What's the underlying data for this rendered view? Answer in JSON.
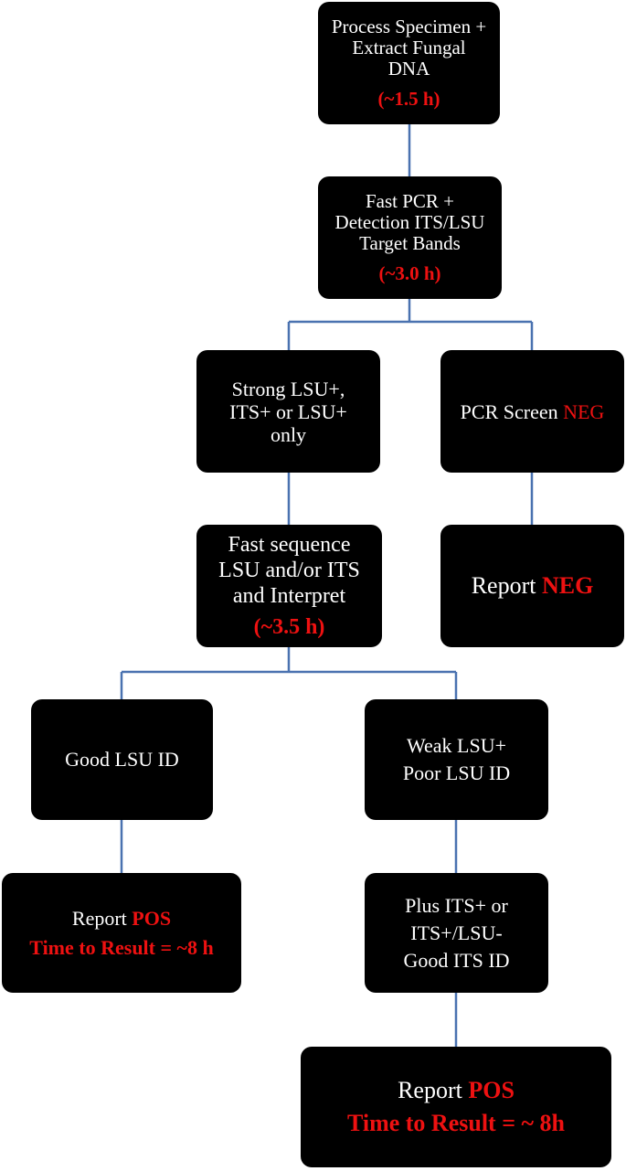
{
  "flowchart": {
    "process": {
      "line1": "Process Specimen +",
      "line2": "Extract Fungal",
      "line3": "DNA",
      "time": "(~1.5 h)"
    },
    "pcr": {
      "line1": "Fast PCR  +",
      "line2": "Detection ITS/LSU",
      "line3": "Target Bands",
      "time": "(~3.0 h)"
    },
    "strong": {
      "line1": "Strong LSU+,",
      "line2": "ITS+ or  LSU+",
      "line3": "only"
    },
    "screen_neg": {
      "text": "PCR Screen ",
      "highlight": "NEG"
    },
    "sequence": {
      "line1": "Fast sequence",
      "line2": "LSU and/or ITS",
      "line3": "and Interpret",
      "time": "(~3.5 h)"
    },
    "report_neg": {
      "text": "Report ",
      "highlight": "NEG"
    },
    "good_lsu": {
      "text": "Good LSU ID"
    },
    "weak_lsu": {
      "line1": "Weak LSU+",
      "line2": "Poor LSU ID"
    },
    "report_pos_left": {
      "text": "Report ",
      "highlight": "POS",
      "result": "Time to Result = ~8 h"
    },
    "plus_its": {
      "line1": "Plus ITS+ or",
      "line2": "ITS+/LSU-",
      "line3": "Good ITS ID"
    },
    "report_pos_right": {
      "text": "Report ",
      "highlight": "POS",
      "result": "Time to Result = ~ 8h"
    }
  },
  "colors": {
    "box_fill": "#000000",
    "box_text": "#ffffff",
    "highlight_text": "#ee1111",
    "connector": "#4a72b0"
  }
}
